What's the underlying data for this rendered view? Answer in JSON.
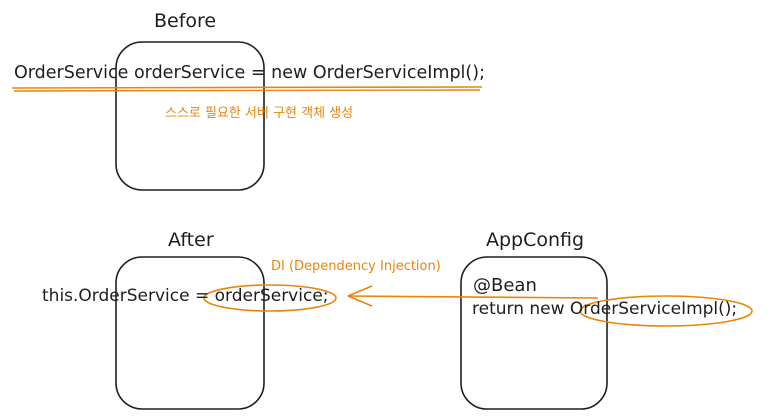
{
  "before": {
    "title": "Before",
    "code": "OrderService orderService = new OrderServiceImpl();",
    "note": "스스로 필요한 서버 구현 객체 생성"
  },
  "after": {
    "title": "After",
    "code": "this.OrderService = orderService;"
  },
  "appconfig": {
    "title": "AppConfig",
    "annotation": "@Bean",
    "code": "return new OrderServiceImpl();"
  },
  "arrow": {
    "label": "DI (Dependency Injection)"
  },
  "colors": {
    "ink": "#1e1e1e",
    "accent": "#e8850c"
  }
}
